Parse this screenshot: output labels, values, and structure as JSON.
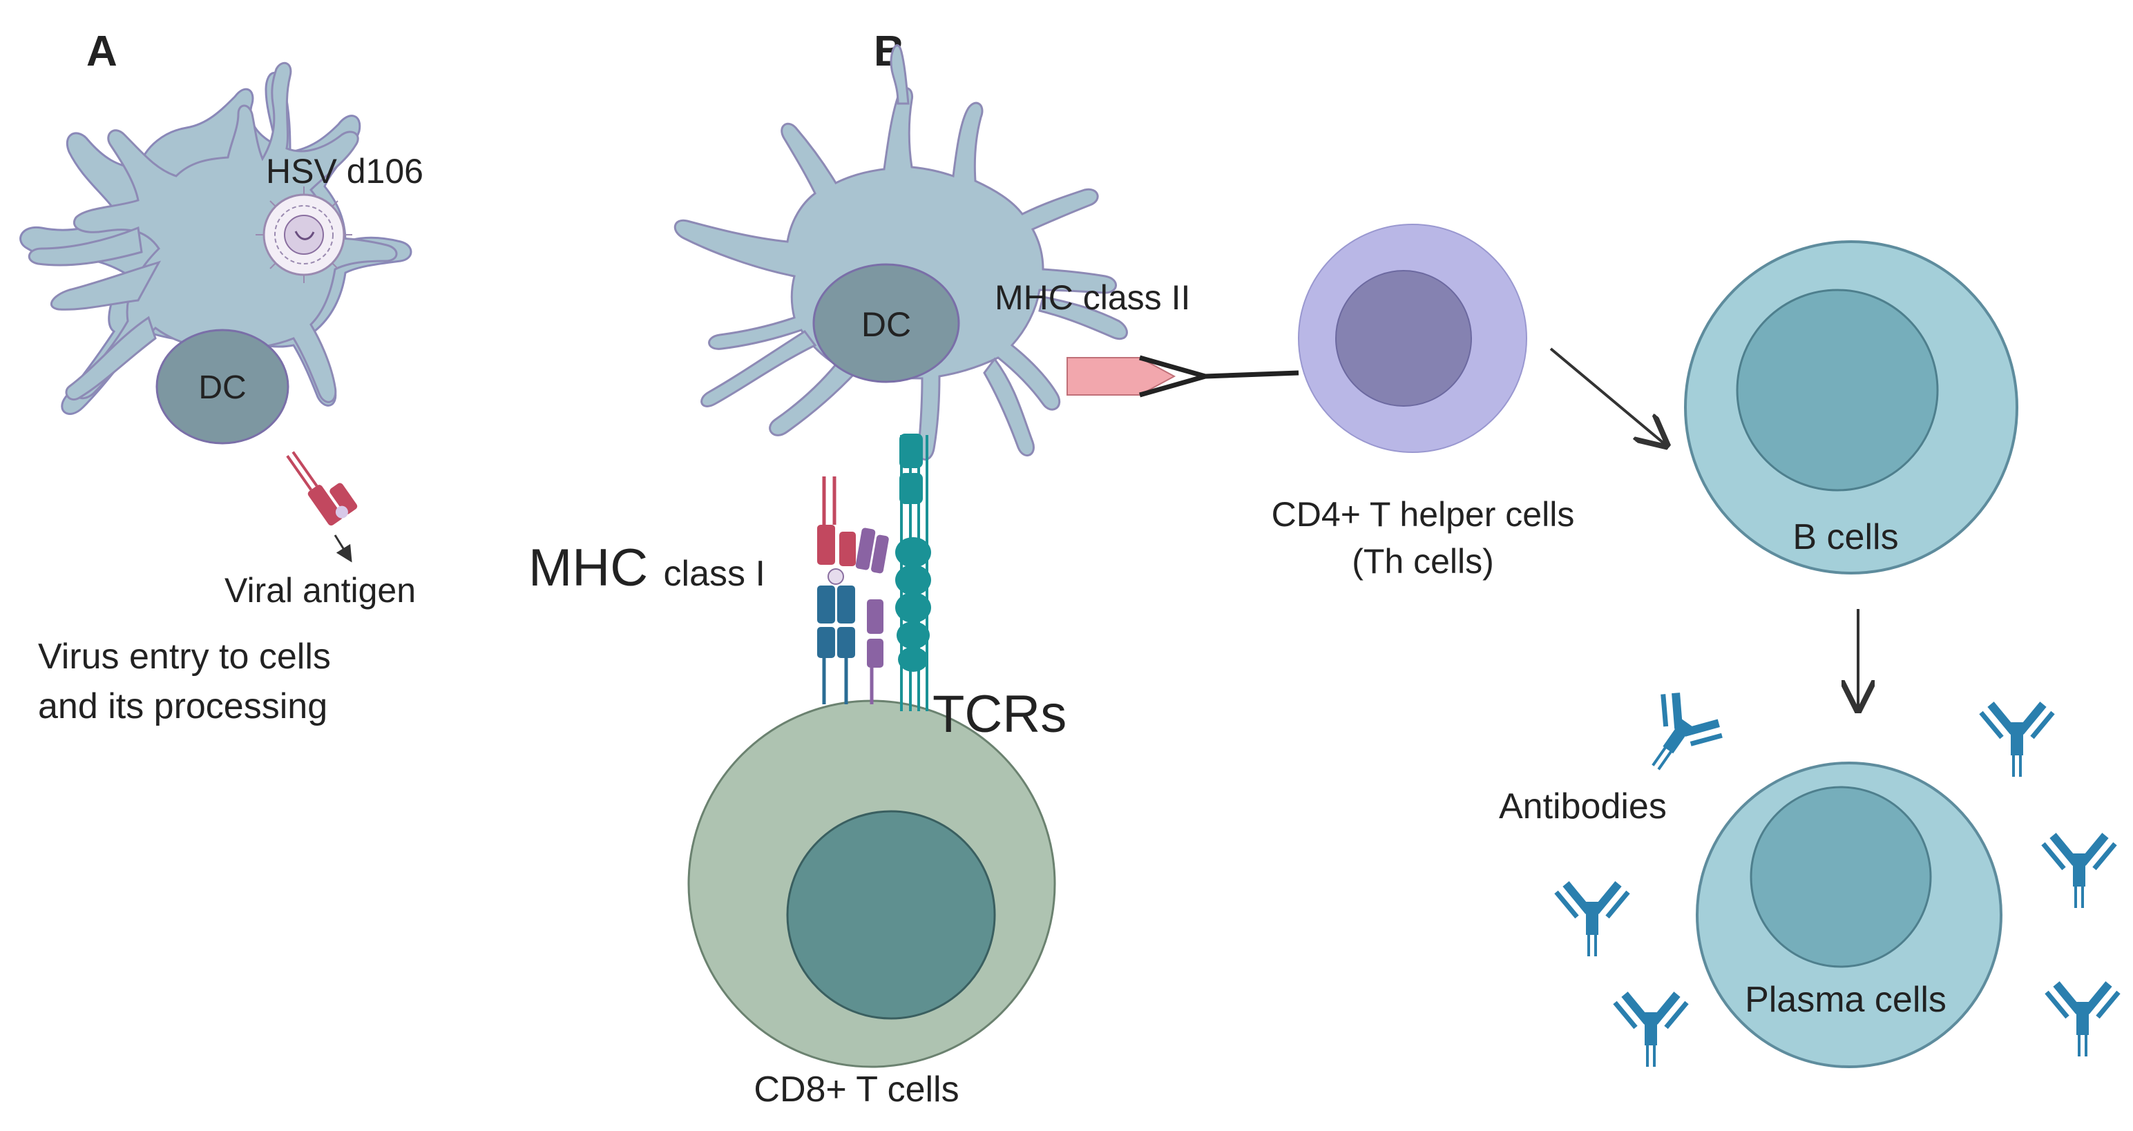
{
  "panel_a": {
    "letter": "A",
    "cell_label": "DC",
    "virus_label": "HSV d106",
    "antigen_label": "Viral antigen",
    "caption_line1": "Virus entry to cells",
    "caption_line2": "and its processing"
  },
  "panel_b": {
    "letter": "B",
    "cell_label": "DC",
    "mhc2_label": "MHC class II",
    "mhc1_label_big": "MHC",
    "mhc1_label_small": "class I",
    "tcr_label": "TCRs",
    "cd8_label": "CD8+ T cells",
    "cd4_line1": "CD4+ T helper cells",
    "cd4_line2": "(Th cells)",
    "bcell_label": "B cells",
    "antibodies_label": "Antibodies",
    "plasma_label": "Plasma cells"
  },
  "colors": {
    "dc_body": "#a9c3d0",
    "dc_nucleus": "#7d97a1",
    "mhc_red": "#c2485f",
    "mhc_blue": "#2b6d95",
    "mhc_purple": "#8a63a3",
    "tcr_teal": "#1a9296",
    "cd8_outer": "#aec3b1",
    "cd8_inner": "#5f9090",
    "cd4_outer": "#b9b7e6",
    "cd4_inner": "#8582b1",
    "bcell_outer": "#a4cfd9",
    "bcell_inner": "#76aebb",
    "antibody": "#2a7fae",
    "mhc2_pink": "#f2a7ad"
  }
}
